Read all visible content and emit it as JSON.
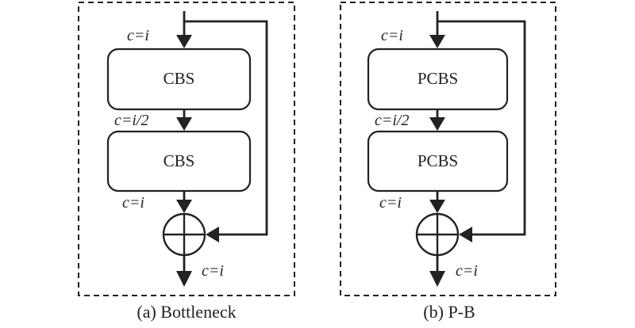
{
  "panels": [
    {
      "caption": "(a) Bottleneck",
      "block1": "CBS",
      "block2": "CBS",
      "c_in": "c=i",
      "c_mid": "c=i/2",
      "c_pre_add": "c=i",
      "c_out": "c=i"
    },
    {
      "caption": "(b) P-B",
      "block1": "PCBS",
      "block2": "PCBS",
      "c_in": "c=i",
      "c_mid": "c=i/2",
      "c_pre_add": "c=i",
      "c_out": "c=i"
    }
  ]
}
